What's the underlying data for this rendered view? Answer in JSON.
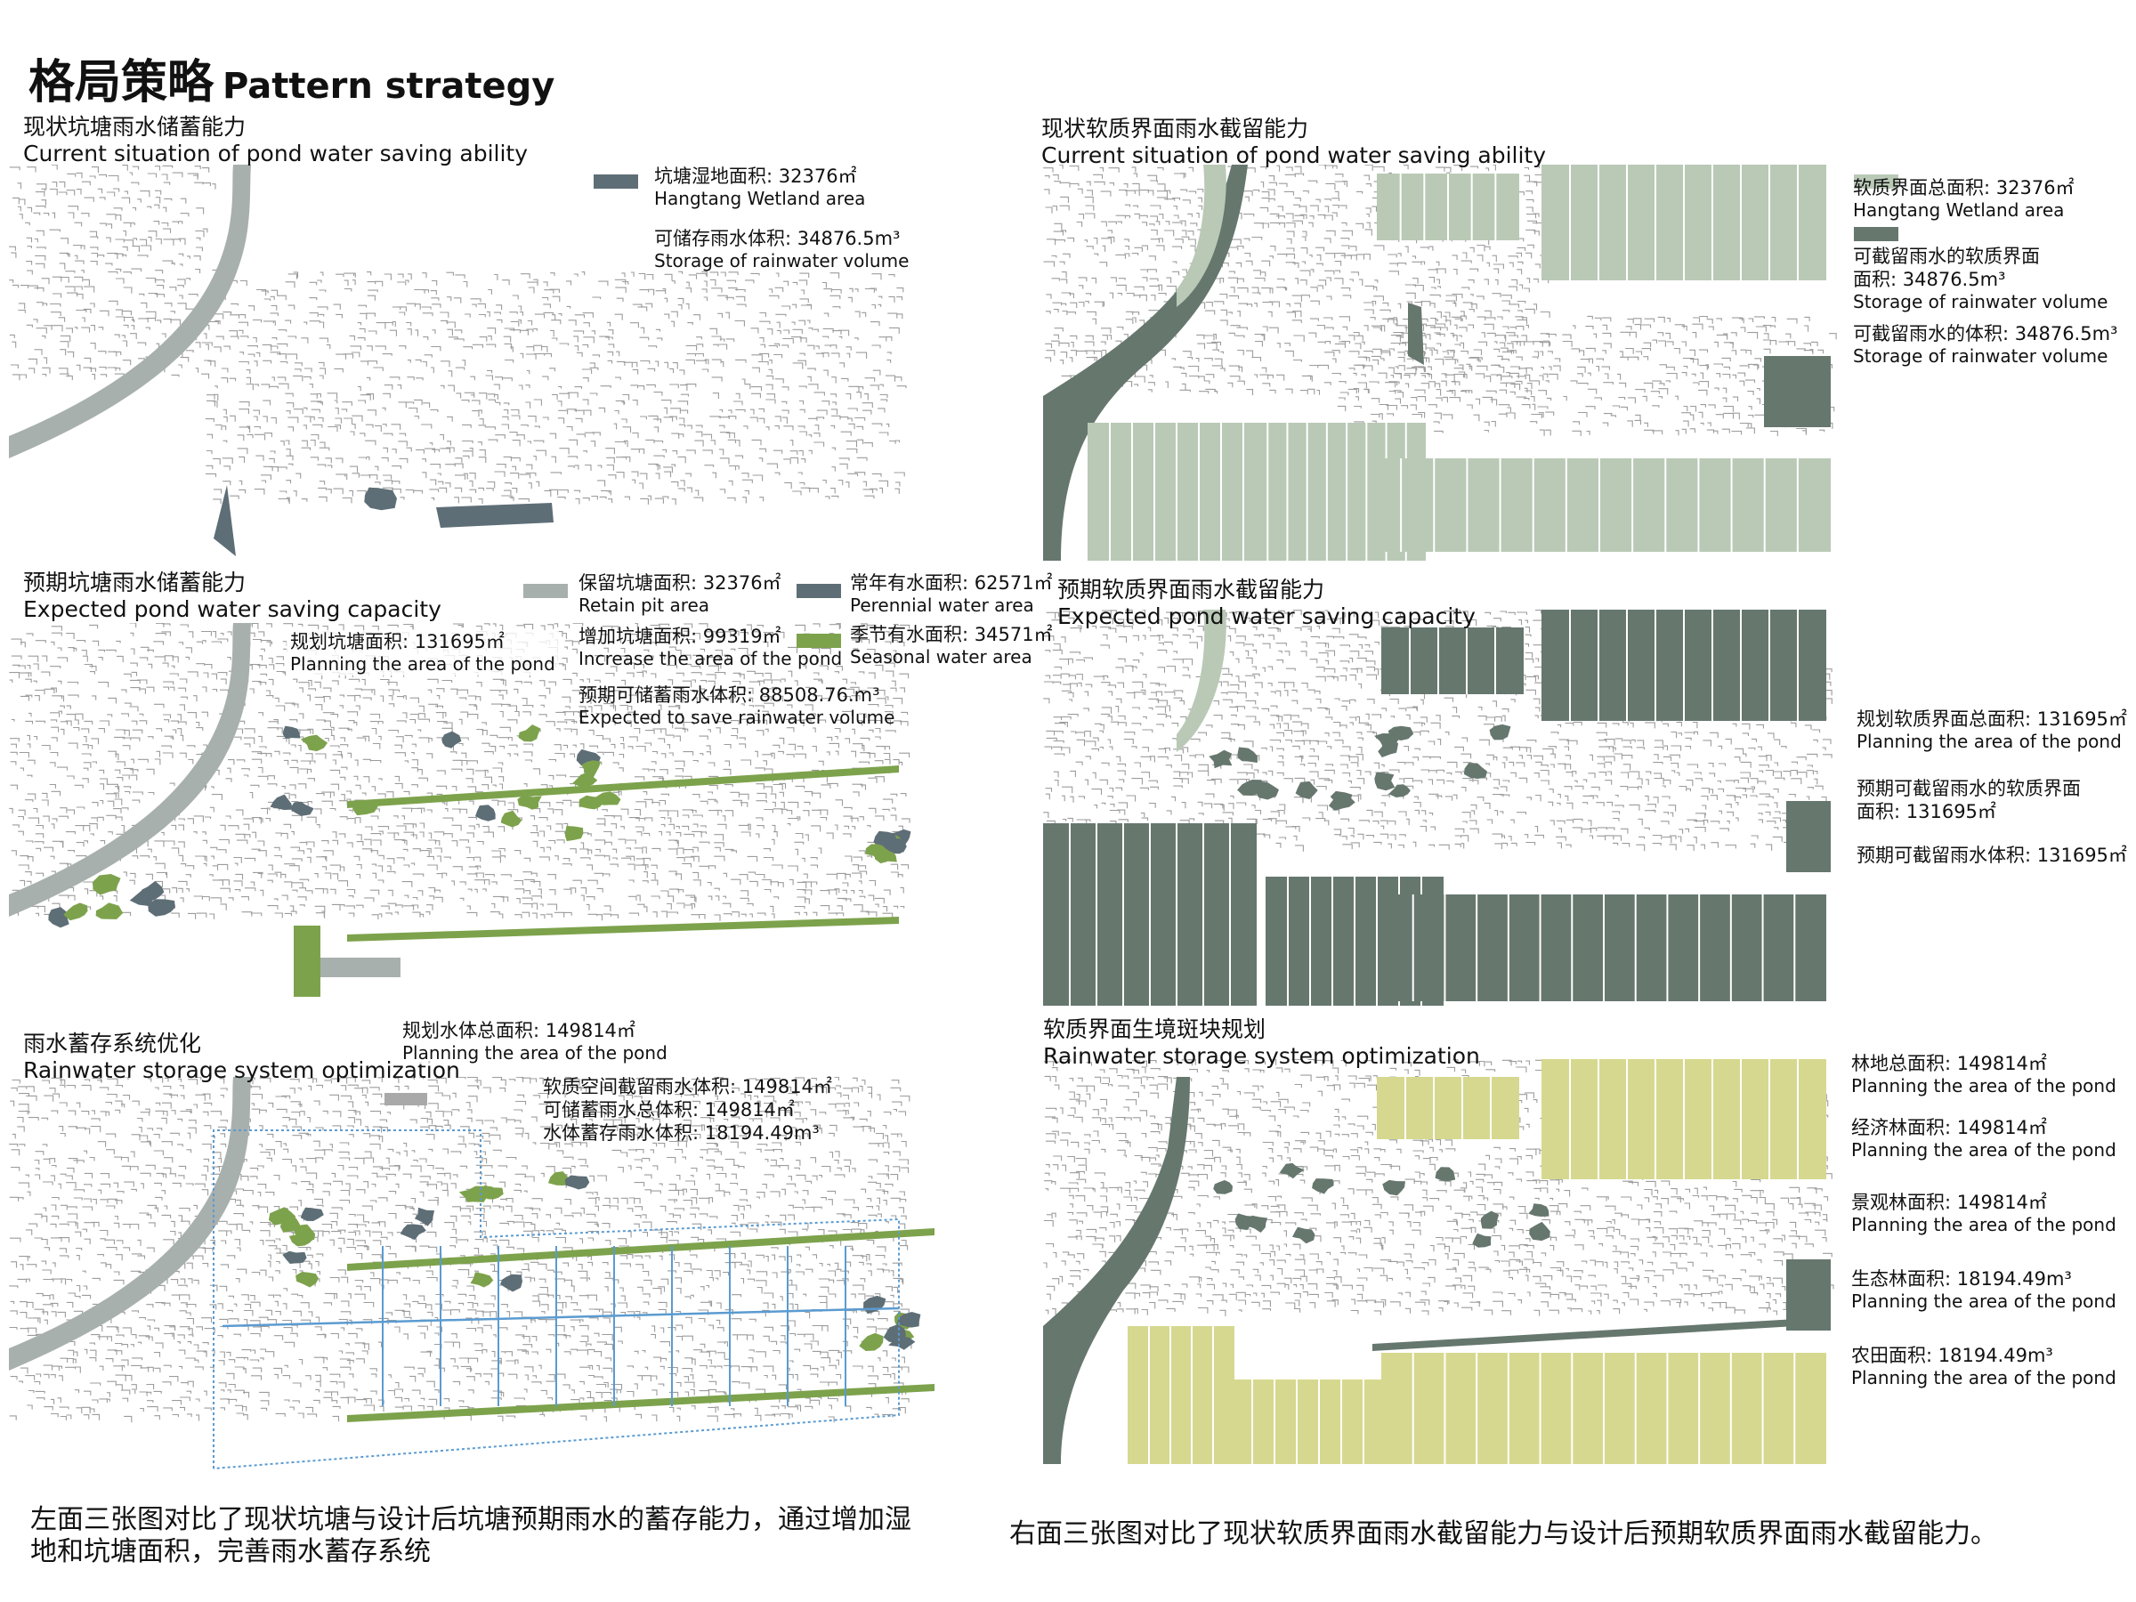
{
  "header": {
    "title_cn": "格局策略",
    "title_en": "Pattern strategy"
  },
  "colors": {
    "dark": "#66776e",
    "pale": "#b9c9b6",
    "green": "#7da24c",
    "slate": "#5e6e76",
    "retain": "#a8b0ad",
    "yellow": "#d6d88f",
    "blue": "#5b9bd0",
    "white_lines": "#ffffff",
    "grey": "#a9a9a9"
  },
  "panels": {
    "current_pond": {
      "title_cn": "现状坑塘雨水储蓄能力",
      "title_en": "Current situation of pond water saving ability",
      "legend": [
        {
          "cn": "坑塘湿地面积: 32376㎡",
          "en": "Hangtang Wetland area",
          "icon": "swatch-slate"
        },
        {
          "cn": "可储存雨水体积: 34876.5m³",
          "en": "Storage of rainwater volume",
          "icon": "none"
        }
      ]
    },
    "expected_pond": {
      "title_cn": "预期坑塘雨水储蓄能力",
      "title_en": "Expected pond water saving capacity",
      "plan": {
        "cn": "规划坑塘面积: 131695㎡",
        "en": "Planning the area of the pond"
      },
      "legend": [
        {
          "cn": "保留坑塘面积: 32376㎡",
          "en": "Retain pit area",
          "icon": "swatch-retain"
        },
        {
          "cn": "增加坑塘面积: 99319㎡",
          "en": "Increase the area of the pond",
          "icon": "none"
        },
        {
          "cn": "预期可储蓄雨水体积: 88508.76.m³",
          "en": "Expected to save rainwater volume",
          "icon": "none"
        },
        {
          "cn": "常年有水面积: 62571㎡",
          "en": "Perennial water area",
          "icon": "swatch-slate"
        },
        {
          "cn": "季节有水面积: 34571㎡",
          "en": "Seasonal water area",
          "icon": "swatch-green"
        }
      ]
    },
    "optimization": {
      "title_cn": "雨水蓄存系统优化",
      "title_en": "Rainwater storage system optimization",
      "plan": {
        "cn": "规划水体总面积: 149814㎡",
        "en": "Planning the area of the pond"
      },
      "stats": [
        "软质空间截留雨水体积: 149814㎡",
        "可储蓄雨水总体积: 149814㎡",
        "水体蓄存雨水体积: 18194.49m³"
      ]
    },
    "current_soft": {
      "title_cn": "现状软质界面雨水截留能力",
      "title_en": "Current situation of pond water saving ability",
      "legend": [
        {
          "cn": "软质界面总面积: 32376㎡",
          "en": "Hangtang Wetland area",
          "icon": "swatch-pale"
        },
        {
          "cn": "可截留雨水的软质界面",
          "cn2": "面积: 34876.5m³",
          "en": "Storage of rainwater volume",
          "icon": "swatch-dark"
        },
        {
          "cn": "可截留雨水的体积: 34876.5m³",
          "en": "Storage of rainwater volume",
          "icon": "none"
        }
      ]
    },
    "expected_soft": {
      "title_cn": "预期软质界面雨水截留能力",
      "title_en": "Expected pond water saving capacity",
      "legend": [
        {
          "cn": "规划软质界面总面积: 131695㎡",
          "en": "Planning the area of the pond"
        },
        {
          "cn": "预期可截留雨水的软质界面",
          "cn2": "面积: 131695㎡"
        },
        {
          "cn": "预期可截留雨水体积: 131695㎡"
        }
      ]
    },
    "habitat": {
      "title_cn": "软质界面生境斑块规划",
      "title_en": "Rainwater storage system optimization",
      "legend": [
        {
          "cn": "林地总面积: 149814㎡",
          "en": "Planning the area of the pond"
        },
        {
          "cn": "经济林面积: 149814㎡",
          "en": "Planning the area of the pond"
        },
        {
          "cn": "景观林面积: 149814㎡",
          "en": "Planning the area of the pond"
        },
        {
          "cn": "生态林面积: 18194.49m³",
          "en": "Planning the area of the pond"
        },
        {
          "cn": "农田面积: 18194.49m³",
          "en": "Planning the area of the pond"
        }
      ]
    }
  },
  "captions": {
    "left": "左面三张图对比了现状坑塘与设计后坑塘预期雨水的蓄存能力，通过增加湿地和坑塘面积，完善雨水蓄存系统",
    "right": "右面三张图对比了现状软质界面雨水截留能力与设计后预期软质界面雨水截留能力。"
  }
}
